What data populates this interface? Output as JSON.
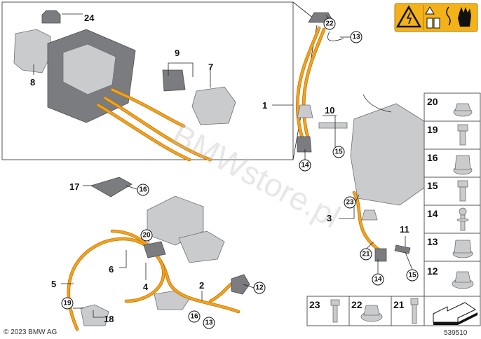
{
  "diagram": {
    "watermark": "BMWstore.pl",
    "copyright": "© 2023 BMW AG",
    "diagram_number": "539510",
    "warning_label": {
      "icons": [
        "high-voltage-triangle-icon",
        "read-manual-icon",
        "electric-shock-hand-icon"
      ],
      "color": "#f3b21a"
    },
    "callouts": {
      "c24": "24",
      "c8": "8",
      "c9": "9",
      "c7": "7",
      "c1": "1",
      "c10": "10",
      "c15a": "15",
      "c14a": "14",
      "c22": "22",
      "c13a": "13",
      "c17": "17",
      "c16a": "16",
      "c20": "20",
      "c6": "6",
      "c4": "4",
      "c5": "5",
      "c2": "2",
      "c12": "12",
      "c19": "19",
      "c18": "18",
      "c16b": "16",
      "c13b": "13",
      "c3": "3",
      "c23": "23",
      "c11": "11",
      "c21": "21",
      "c14b": "14",
      "c15b": "15"
    },
    "parts_column": [
      "20",
      "19",
      "16",
      "15",
      "14",
      "13",
      "12"
    ],
    "parts_row": [
      "23",
      "22",
      "21"
    ]
  }
}
